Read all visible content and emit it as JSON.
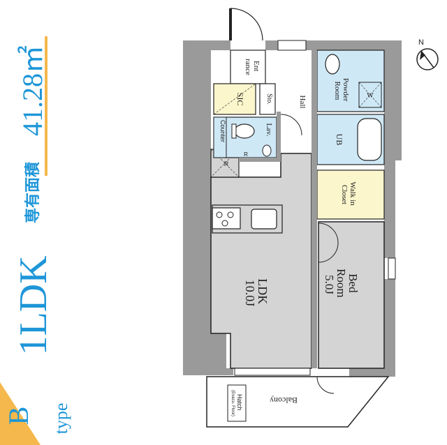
{
  "title": {
    "type_letter": "B",
    "type_word": "type",
    "layout": "1LDK",
    "area_label": "専有面積",
    "area_value": "41.28㎡"
  },
  "rooms": {
    "entrance": "Ent\nrance",
    "sic": "SIC",
    "sto": "Sto.",
    "hall": "Hall",
    "powder_room": "Powder\nRoom",
    "counter": "Counter",
    "lav": "Lav.",
    "ub": "UB",
    "r": "R",
    "walk_in_closet": "Walk in\nCloset",
    "ldk": "LDK",
    "ldk_size": "10.0J",
    "bedroom": "Bed\nRoom",
    "bedroom_size": "5.0J",
    "balcony": "Balcony",
    "hatch": "Hatch",
    "hatch_sub": "(Evacu. Floor)",
    "washer": "W",
    "small_r": "R"
  },
  "compass": {
    "label": "N"
  },
  "colors": {
    "accent_blue": "#1e96d8",
    "accent_orange": "#f5b84c",
    "wall": "#9a9a9a",
    "ldk_fill": "#d4d4d4",
    "wet_fill": "#cfe8f6",
    "closet_fill": "#fbf6cc",
    "outline": "#222222"
  }
}
